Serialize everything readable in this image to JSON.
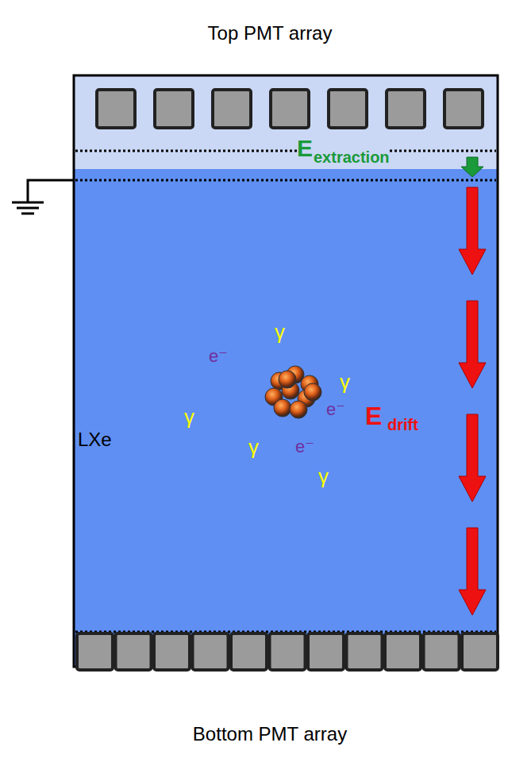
{
  "diagram": {
    "labels": [
      "Top PMT array",
      "E",
      "extraction",
      "γ",
      "e⁻",
      "γ",
      "e⁻",
      "E",
      "drift",
      "γ",
      "LXe",
      "γ",
      "e⁻",
      "γ",
      "Bottom PMT array"
    ]
  }
}
